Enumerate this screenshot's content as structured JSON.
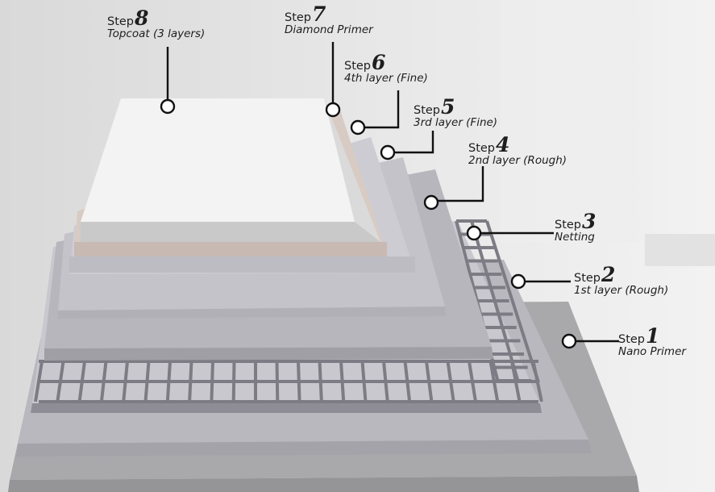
{
  "step_word": "Step",
  "steps": [
    {
      "num": "1",
      "desc": "Nano Primer"
    },
    {
      "num": "2",
      "desc": "1st layer (Rough)"
    },
    {
      "num": "3",
      "desc": "Netting"
    },
    {
      "num": "4",
      "desc": "2nd layer (Rough)"
    },
    {
      "num": "5",
      "desc": "3rd layer (Fine)"
    },
    {
      "num": "6",
      "desc": "4th layer (Fine)"
    },
    {
      "num": "7",
      "desc": "Diamond Primer"
    },
    {
      "num": "8",
      "desc": "Topcoat (3 layers)"
    }
  ],
  "colors": {
    "background": "#ececec",
    "nano_primer": "#a9a9ac",
    "rough_layer": "#b9b8bf",
    "netting_cell": "#c9c8cf",
    "netting_grid": "#7d7c84",
    "fine_layer": "#c4c3ca",
    "diamond_primer": "#d8cbc4",
    "topcoat": "#f3f3f3",
    "leader_line": "#111111"
  }
}
